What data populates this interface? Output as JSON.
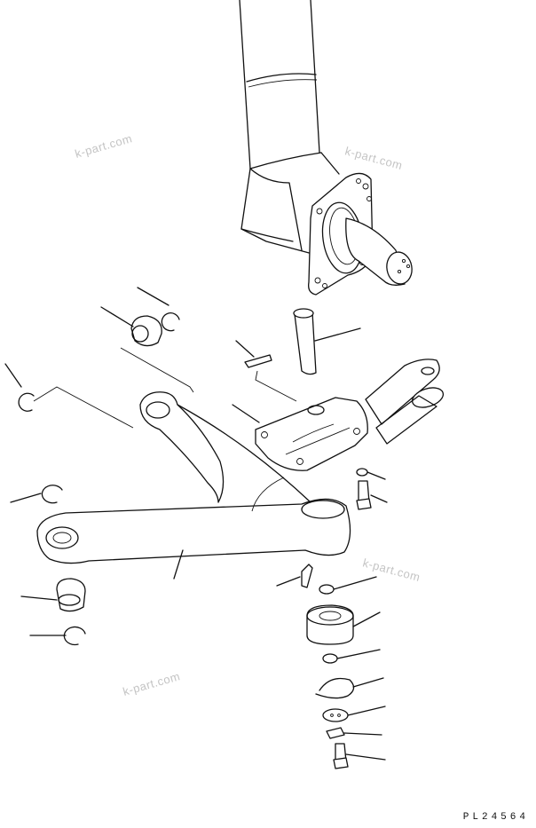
{
  "watermarks": [
    "k-part.com",
    "k-part.com",
    "k-part.com",
    "k-part.com"
  ],
  "drawing_code": "PL24564"
}
